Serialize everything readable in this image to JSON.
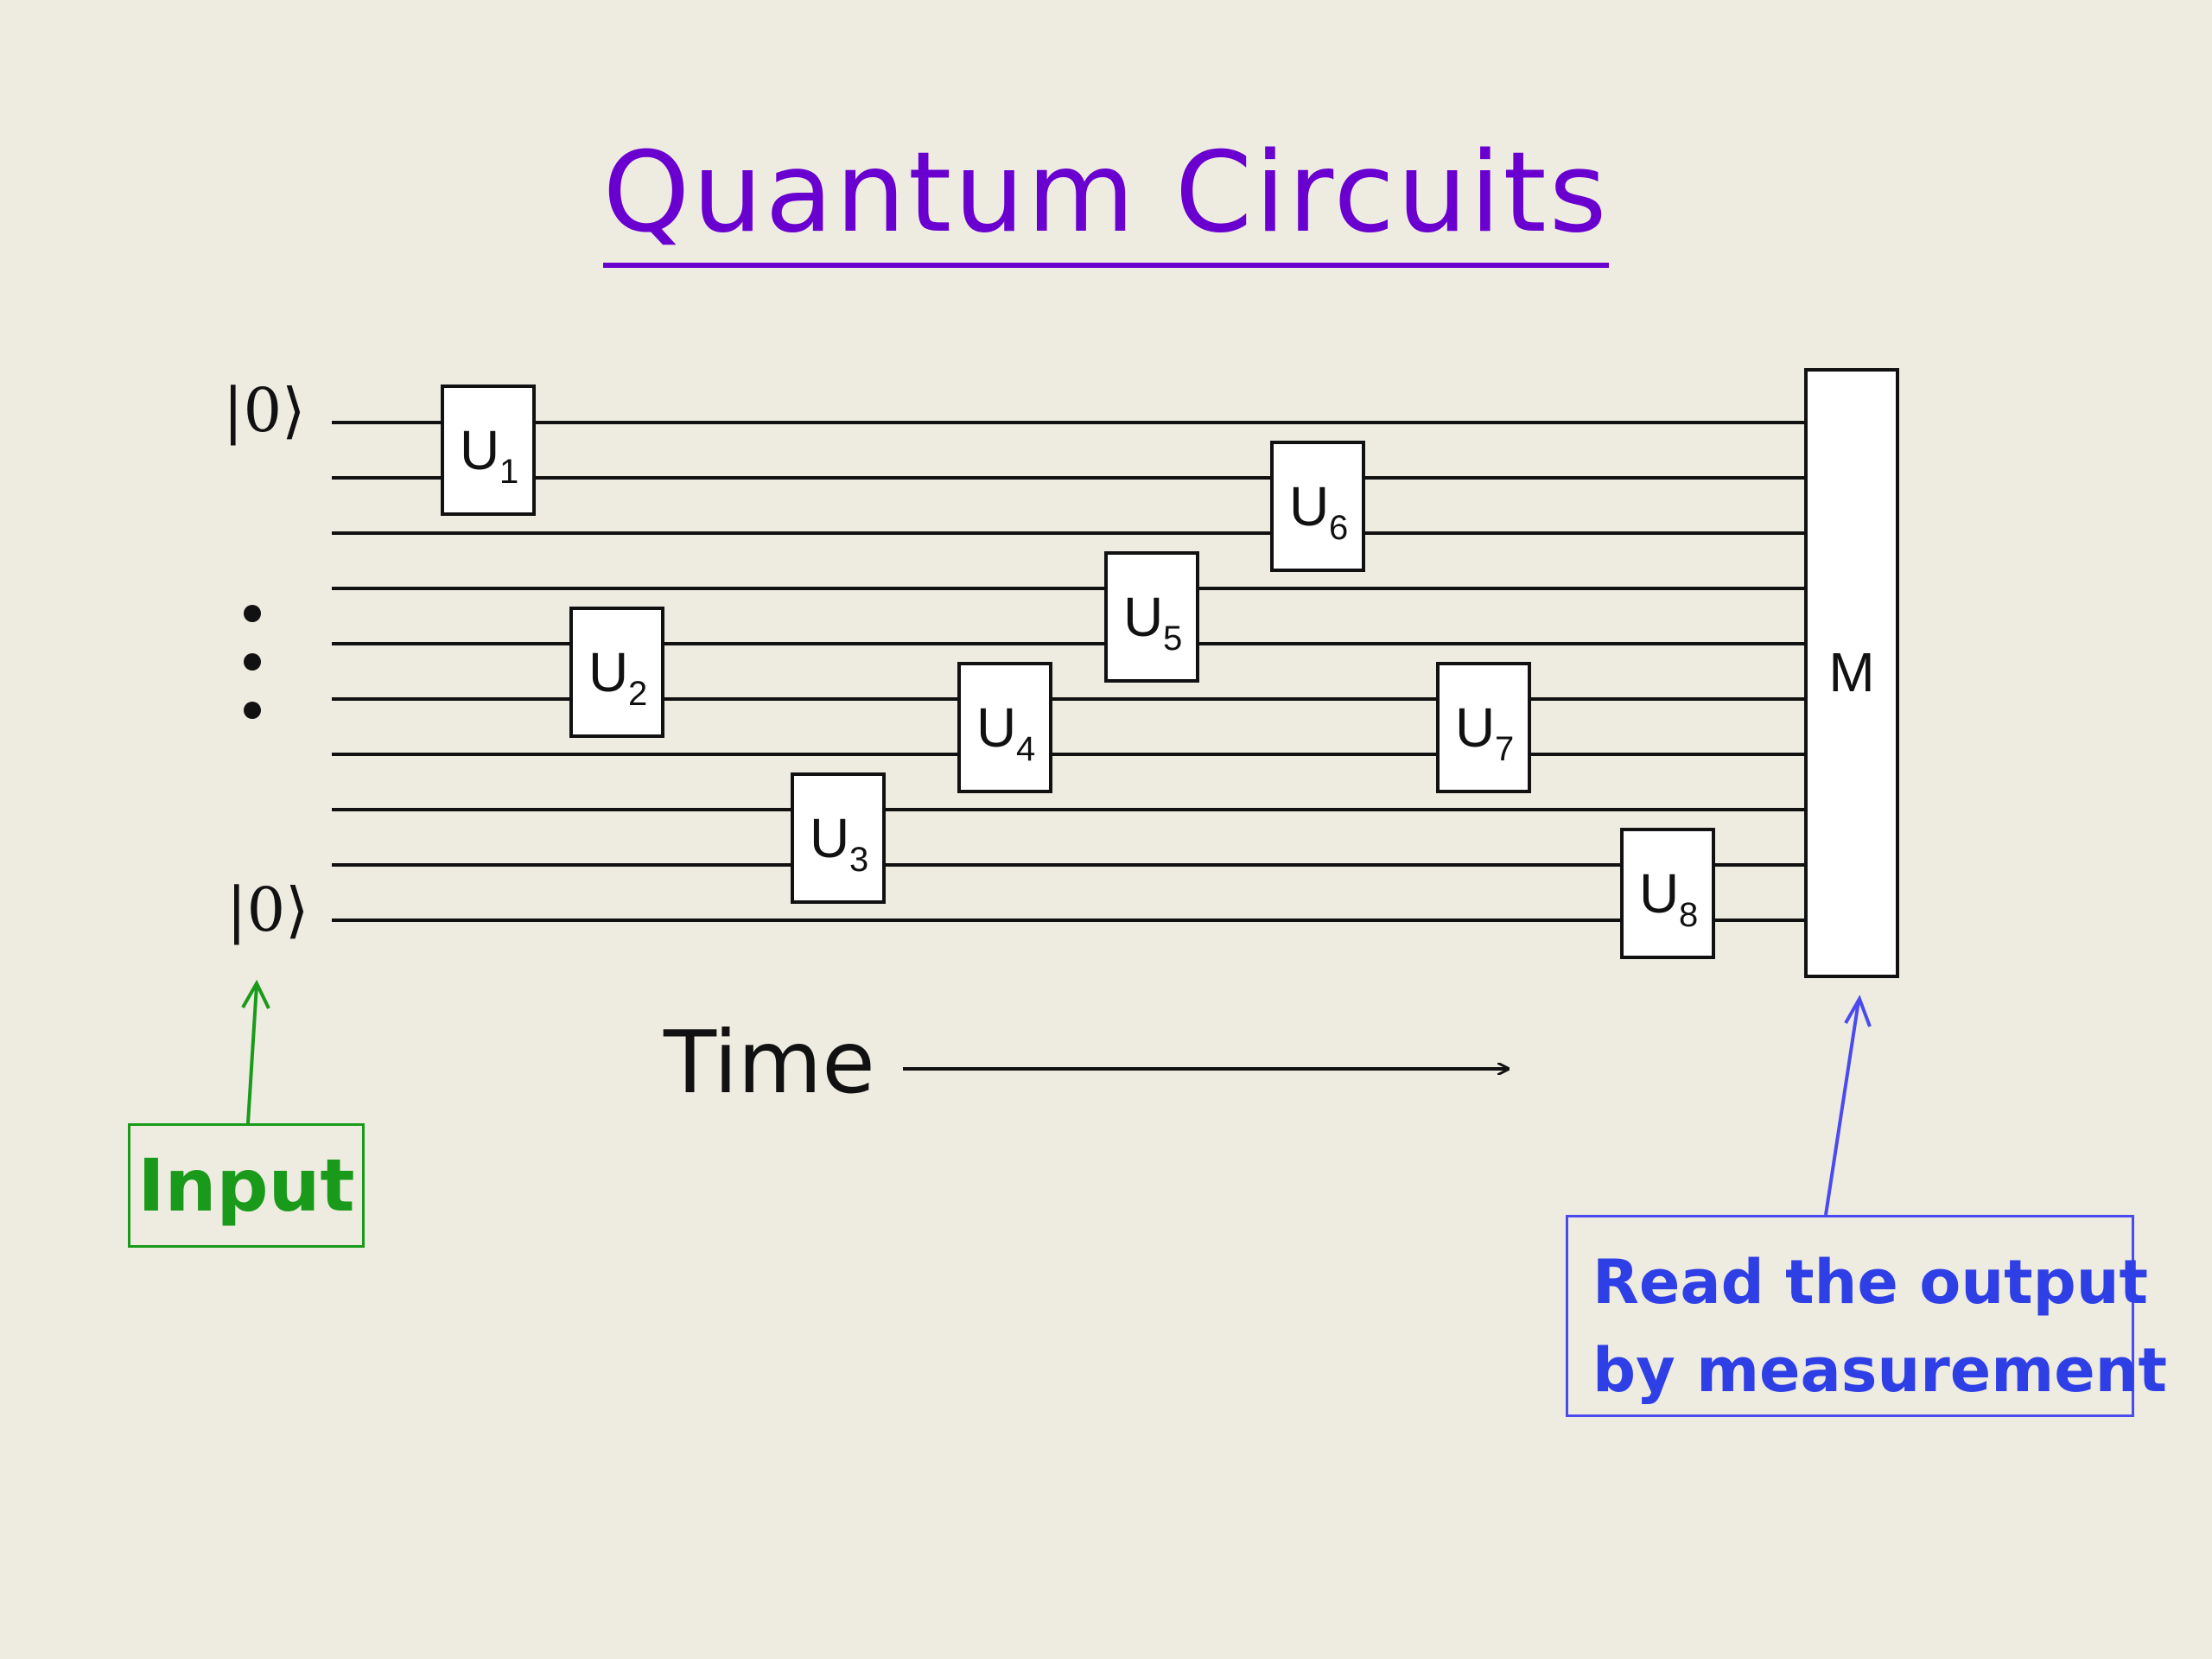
{
  "title": "Quantum Circuits",
  "inputs": {
    "top_ket": "|0⟩",
    "bottom_ket": "|0⟩"
  },
  "gates": [
    {
      "label": "U",
      "sub": "1"
    },
    {
      "label": "U",
      "sub": "2"
    },
    {
      "label": "U",
      "sub": "3"
    },
    {
      "label": "U",
      "sub": "4"
    },
    {
      "label": "U",
      "sub": "5"
    },
    {
      "label": "U",
      "sub": "6"
    },
    {
      "label": "U",
      "sub": "7"
    },
    {
      "label": "U",
      "sub": "8"
    }
  ],
  "measurement_label": "M",
  "time_label": "Time",
  "input_callout": "Input",
  "output_callout": {
    "line1": "Read the output",
    "line2": "by measurement"
  },
  "colors": {
    "background": "#eeebe1",
    "title": "#6a00d0",
    "input": "#1a9a1a",
    "output": "#2f3fe6",
    "wire": "#111111"
  }
}
